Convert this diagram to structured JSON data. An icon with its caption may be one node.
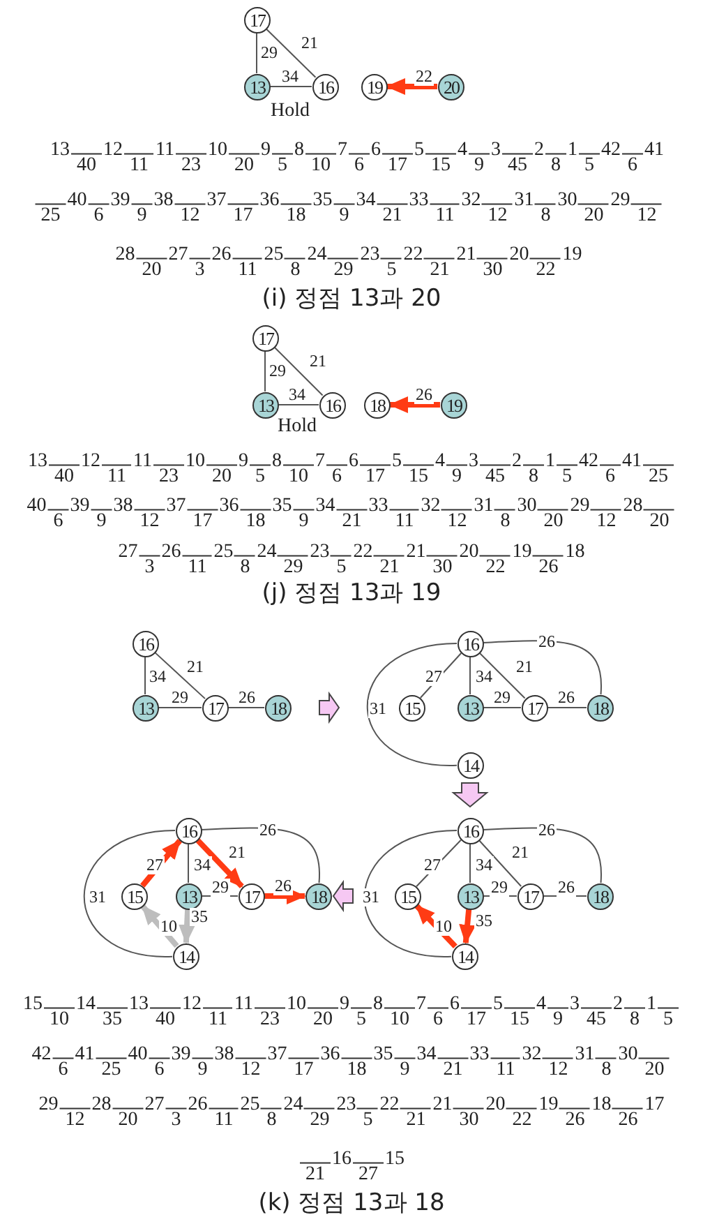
{
  "diagram": {
    "nodes": [
      {
        "text": [
          "17"
        ]
      },
      {
        "text": [
          "13"
        ]
      },
      {
        "text": [
          "16"
        ]
      },
      {
        "text": [
          "19"
        ]
      },
      {
        "text": [
          "20"
        ]
      },
      {
        "text": [
          "17"
        ]
      },
      {
        "text": [
          "13"
        ]
      },
      {
        "text": [
          "16"
        ]
      },
      {
        "text": [
          "18"
        ]
      },
      {
        "text": [
          "19"
        ]
      },
      {
        "text": [
          "16"
        ]
      },
      {
        "text": [
          "13"
        ]
      },
      {
        "text": [
          "17"
        ]
      },
      {
        "text": [
          "18"
        ]
      },
      {
        "text": [
          "16"
        ]
      },
      {
        "text": [
          "15"
        ]
      },
      {
        "text": [
          "13"
        ]
      },
      {
        "text": [
          "17"
        ]
      },
      {
        "text": [
          "18"
        ]
      },
      {
        "text": [
          "14"
        ]
      },
      {
        "text": [
          "16"
        ]
      },
      {
        "text": [
          "15"
        ]
      },
      {
        "text": [
          "13"
        ]
      },
      {
        "text": [
          "17"
        ]
      },
      {
        "text": [
          "18"
        ]
      },
      {
        "text": [
          "14"
        ]
      },
      {
        "text": [
          "16"
        ]
      },
      {
        "text": [
          "15"
        ]
      },
      {
        "text": [
          "13"
        ]
      },
      {
        "text": [
          "17"
        ]
      },
      {
        "text": [
          "18"
        ]
      },
      {
        "text": [
          "14"
        ]
      }
    ],
    "edges": [
      {
        "from": 0,
        "to": 1,
        "arrow": "none",
        "label": "29"
      },
      {
        "from": 0,
        "to": 2,
        "arrow": "none",
        "label": "21"
      },
      {
        "from": 1,
        "to": 2,
        "arrow": "none",
        "label": "34"
      },
      {
        "from": 4,
        "to": 3,
        "arrow": "to",
        "label": "22",
        "style": "thick",
        "color": "#ff3b14"
      },
      {
        "from": 5,
        "to": 6,
        "arrow": "none",
        "label": "29"
      },
      {
        "from": 5,
        "to": 7,
        "arrow": "none",
        "label": "21"
      },
      {
        "from": 6,
        "to": 7,
        "arrow": "none",
        "label": "34"
      },
      {
        "from": 9,
        "to": 8,
        "arrow": "to",
        "label": "26",
        "style": "thick",
        "color": "#ff3b14"
      },
      {
        "from": 10,
        "to": 11,
        "arrow": "none",
        "label": "34"
      },
      {
        "from": 10,
        "to": 12,
        "arrow": "none",
        "label": "21"
      },
      {
        "from": 11,
        "to": 12,
        "arrow": "none",
        "label": "29"
      },
      {
        "from": 12,
        "to": 13,
        "arrow": "none",
        "label": "26"
      },
      {
        "from": 14,
        "to": 15,
        "arrow": "none",
        "label": "27"
      },
      {
        "from": 14,
        "to": 16,
        "arrow": "none",
        "label": "34"
      },
      {
        "from": 14,
        "to": 17,
        "arrow": "none",
        "label": "21"
      },
      {
        "from": 14,
        "to": 18,
        "arrow": "none",
        "label": "26"
      },
      {
        "from": 16,
        "to": 17,
        "arrow": "none",
        "label": "29"
      },
      {
        "from": 17,
        "to": 18,
        "arrow": "none",
        "label": "26"
      },
      {
        "from": 14,
        "to": 19,
        "arrow": "none",
        "label": "31"
      },
      {
        "from": 21,
        "to": 20,
        "arrow": "to",
        "label": "27",
        "style": "thick",
        "color": "#ff3b14"
      },
      {
        "from": 20,
        "to": 22,
        "arrow": "none",
        "label": "34"
      },
      {
        "from": 20,
        "to": 23,
        "arrow": "to",
        "label": "21",
        "style": "thick",
        "color": "#ff3b14"
      },
      {
        "from": 20,
        "to": 24,
        "arrow": "none",
        "label": "26"
      },
      {
        "from": 22,
        "to": 23,
        "arrow": "none",
        "label": "29"
      },
      {
        "from": 23,
        "to": 24,
        "arrow": "to",
        "label": "26",
        "style": "thick",
        "color": "#ff3b14"
      },
      {
        "from": 20,
        "to": 25,
        "arrow": "none",
        "label": "31"
      },
      {
        "from": 25,
        "to": 21,
        "arrow": "to",
        "label": "10",
        "style": "thick",
        "color": "#bdbdbd"
      },
      {
        "from": 22,
        "to": 25,
        "arrow": "to",
        "label": "35",
        "style": "thick",
        "color": "#bdbdbd"
      },
      {
        "from": 26,
        "to": 27,
        "arrow": "none",
        "label": "27"
      },
      {
        "from": 26,
        "to": 28,
        "arrow": "none",
        "label": "34"
      },
      {
        "from": 26,
        "to": 29,
        "arrow": "none",
        "label": "21"
      },
      {
        "from": 26,
        "to": 30,
        "arrow": "none",
        "label": "26"
      },
      {
        "from": 28,
        "to": 29,
        "arrow": "none",
        "label": "29"
      },
      {
        "from": 29,
        "to": 30,
        "arrow": "none",
        "label": "26"
      },
      {
        "from": 26,
        "to": 31,
        "arrow": "none",
        "label": "31"
      },
      {
        "from": 31,
        "to": 27,
        "arrow": "to",
        "label": "10",
        "style": "thick",
        "color": "#ff3b14"
      },
      {
        "from": 28,
        "to": 31,
        "arrow": "to",
        "label": "35",
        "style": "thick",
        "color": "#ff3b14"
      }
    ],
    "labels": [
      "Hold",
      "13$_{40}$12$_{11}$11$_{23}$10$_{20}$9$_{5}$8$_{10}$7$_{6}$6$_{17}$5$_{15}$4$_{9}$3$_{45}$2$_{8}$1$_{5}$42$_{6}$41",
      "$_{25}$40$_{6}$39$_{9}$38$_{12}$37$_{17}$36$_{18}$35$_{9}$34$_{21}$33$_{11}$32$_{12}$31$_{8}$30$_{20}$29$_{12}$",
      "28$_{20}$27$_{3}$26$_{11}$25$_{8}$24$_{29}$23$_{5}$22$_{21}$21$_{30}$20$_{22}$19",
      "(i) 정점 13과 20",
      "Hold",
      "13$_{40}$12$_{11}$11$_{23}$10$_{20}$9$_{5}$8$_{10}$7$_{6}$6$_{17}$5$_{15}$4$_{9}$3$_{45}$2$_{8}$1$_{5}$42$_{6}$41$_{25}$",
      "40$_{6}$39$_{9}$38$_{12}$37$_{17}$36$_{18}$35$_{9}$34$_{21}$33$_{11}$32$_{12}$31$_{8}$30$_{20}$29$_{12}$28$_{20}$",
      "27$_{3}$26$_{11}$25$_{8}$24$_{29}$23$_{5}$22$_{21}$21$_{30}$20$_{22}$19$_{26}$18",
      "(j) 정점 13과 19",
      "15$_{10}$14$_{35}$13$_{40}$12$_{11}$11$_{23}$10$_{20}$9$_{5}$8$_{10}$7$_{6}$6$_{17}$5$_{15}$4$_{9}$3$_{45}$2$_{8}$1$_{5}$",
      "42$_{6}$41$_{25}$40$_{6}$39$_{9}$38$_{12}$37$_{17}$36$_{18}$35$_{9}$34$_{21}$33$_{11}$32$_{12}$31$_{8}$30$_{20}$",
      "29$_{12}$28$_{20}$27$_{3}$26$_{11}$25$_{8}$24$_{29}$23$_{5}$22$_{21}$21$_{30}$20$_{22}$19$_{26}$18$_{26}$17",
      "$_{21}$16$_{27}$15",
      "(k) 정점 13과 18"
    ]
  }
}
